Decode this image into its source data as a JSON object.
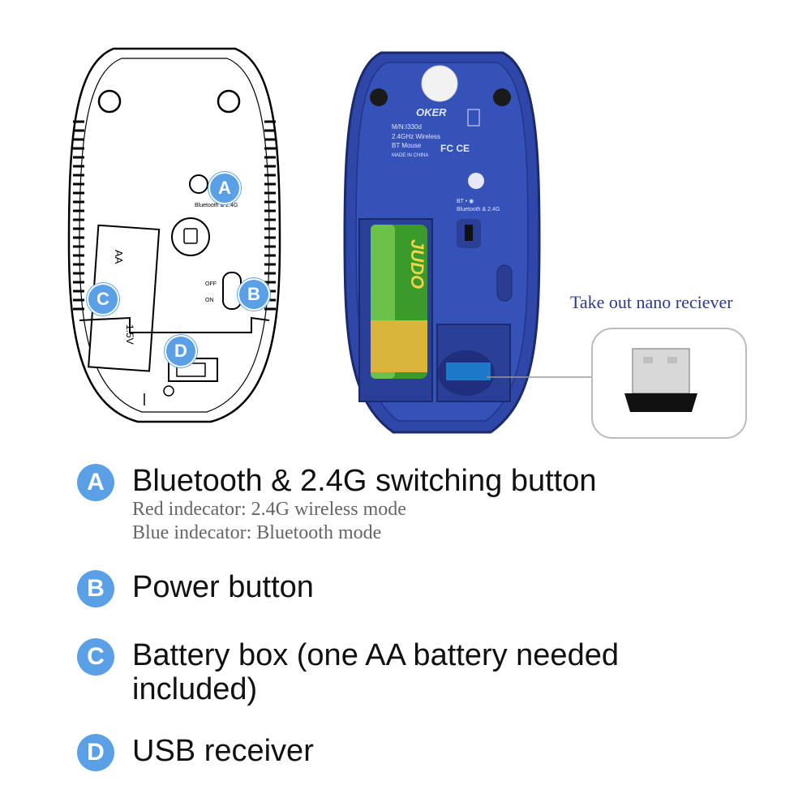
{
  "diagram": {
    "label_aa": "AA",
    "label_voltage": "1.5V",
    "label_off": "OFF",
    "label_on": "ON",
    "label_mode": "Bluetooth & 2.4G"
  },
  "photo": {
    "brand": "OKER",
    "model": "M/N:I330d",
    "line1": "2.4GHz Wireless",
    "line2": "BT Mouse",
    "line3": "MADE IN CHINA",
    "cert": "FC CE",
    "mode_label": "BT • ◉",
    "mode_text": "Bluetooth & 2.4G",
    "battery_brand": "JUDO",
    "body_color": "#2e47a8"
  },
  "zoom": {
    "caption": "Take out nano reciever"
  },
  "badges": {
    "a": "A",
    "b": "B",
    "c": "C",
    "d": "D"
  },
  "legend": [
    {
      "letter": "A",
      "title": "Bluetooth & 2.4G switching button",
      "sub1": "Red indecator: 2.4G wireless mode",
      "sub2": "Blue indecator: Bluetooth mode"
    },
    {
      "letter": "B",
      "title": "Power button"
    },
    {
      "letter": "C",
      "title": "Battery box (one AA battery needed",
      "title2": "included)"
    },
    {
      "letter": "D",
      "title": "USB receiver"
    }
  ],
  "colors": {
    "badge": "#5aa0e6",
    "caption": "#2d3a8c",
    "mouse_body": "#2e47a8"
  }
}
